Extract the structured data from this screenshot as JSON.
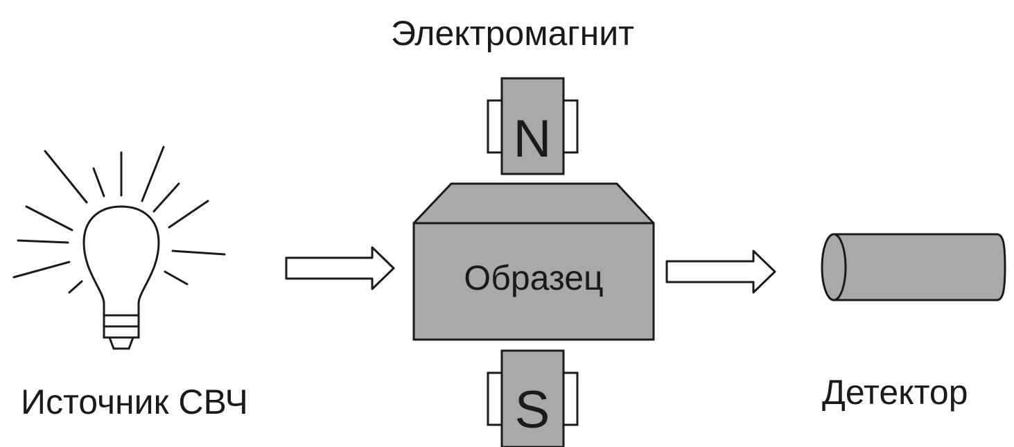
{
  "labels": {
    "electromagnet": "Электромагнит",
    "sample": "Образец",
    "source": "Источник СВЧ",
    "detector": "Детектор",
    "pole_north": "N",
    "pole_south": "S"
  },
  "colors": {
    "fill_gray": "#a9a9a9",
    "stroke": "#1a1a1a",
    "background": "#ffffff"
  },
  "icons": {
    "source": "light-bulb-icon",
    "flow": "arrow-right-icon",
    "detector": "cylinder-icon"
  }
}
